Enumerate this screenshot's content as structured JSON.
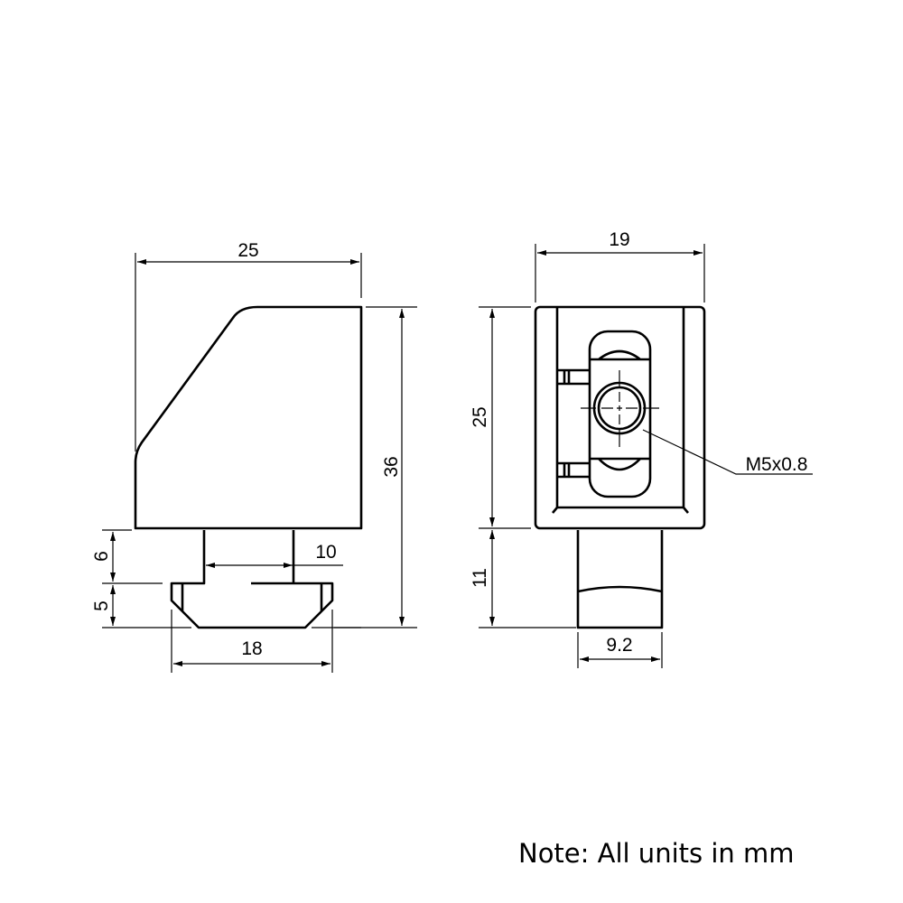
{
  "side_view": {
    "width": "25",
    "height": "36",
    "stem_height": "6",
    "nut_height": "5",
    "stem_width": "10",
    "nut_width": "18"
  },
  "front_view": {
    "width": "19",
    "height": "25",
    "stem_height": "11",
    "stem_width": "9.2",
    "thread": "M5x0.8"
  },
  "note": "Note: All units in mm"
}
